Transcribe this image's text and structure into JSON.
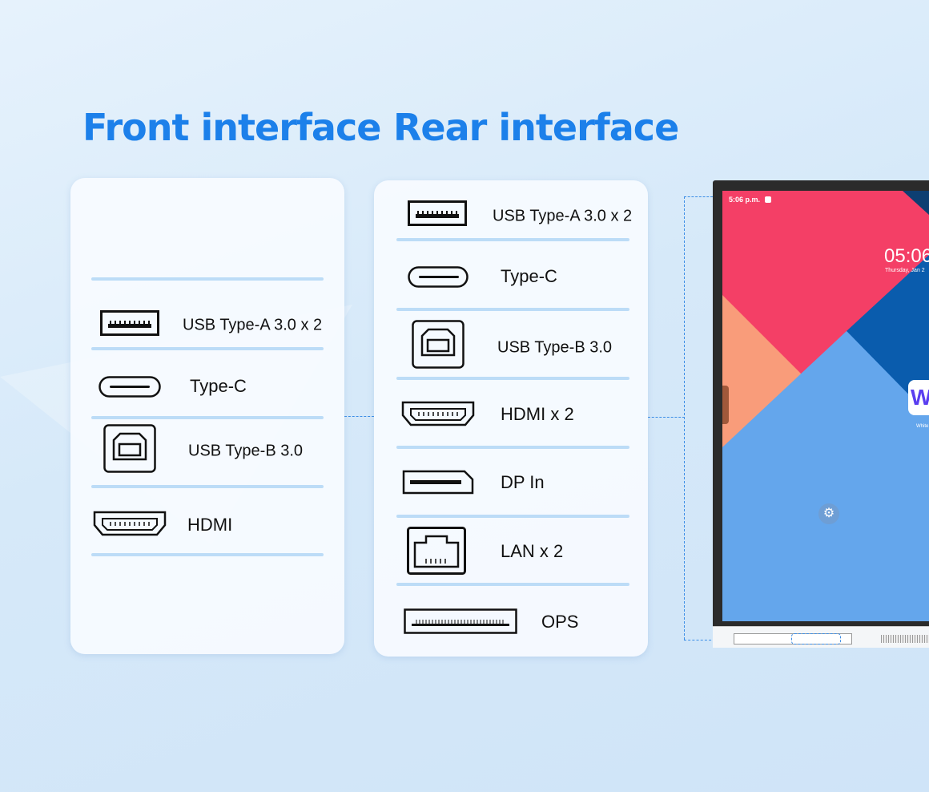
{
  "front": {
    "title": "Front interface",
    "ports": [
      {
        "icon": "usb-type-a-icon",
        "label": "USB Type-A 3.0 x 2"
      },
      {
        "icon": "usb-type-c-icon",
        "label": "Type-C"
      },
      {
        "icon": "usb-type-b-icon",
        "label": "USB Type-B 3.0"
      },
      {
        "icon": "hdmi-icon",
        "label": "HDMI"
      }
    ]
  },
  "rear": {
    "title": "Rear interface",
    "ports": [
      {
        "icon": "usb-type-a-icon",
        "label": "USB Type-A 3.0 x 2"
      },
      {
        "icon": "usb-type-c-icon",
        "label": "Type-C"
      },
      {
        "icon": "usb-type-b-icon",
        "label": "USB Type-B 3.0"
      },
      {
        "icon": "hdmi-icon",
        "label": "HDMI x 2"
      },
      {
        "icon": "displayport-icon",
        "label": "DP In"
      },
      {
        "icon": "lan-icon",
        "label": "LAN x 2"
      },
      {
        "icon": "ops-slot-icon",
        "label": "OPS"
      }
    ]
  },
  "display": {
    "status_time": "5:06 p.m.",
    "clock": "05:06",
    "date": "Thursday, Jan 2",
    "app_label": "White"
  },
  "colors": {
    "accent": "#1c80ea",
    "divider": "#bcdcf7"
  }
}
